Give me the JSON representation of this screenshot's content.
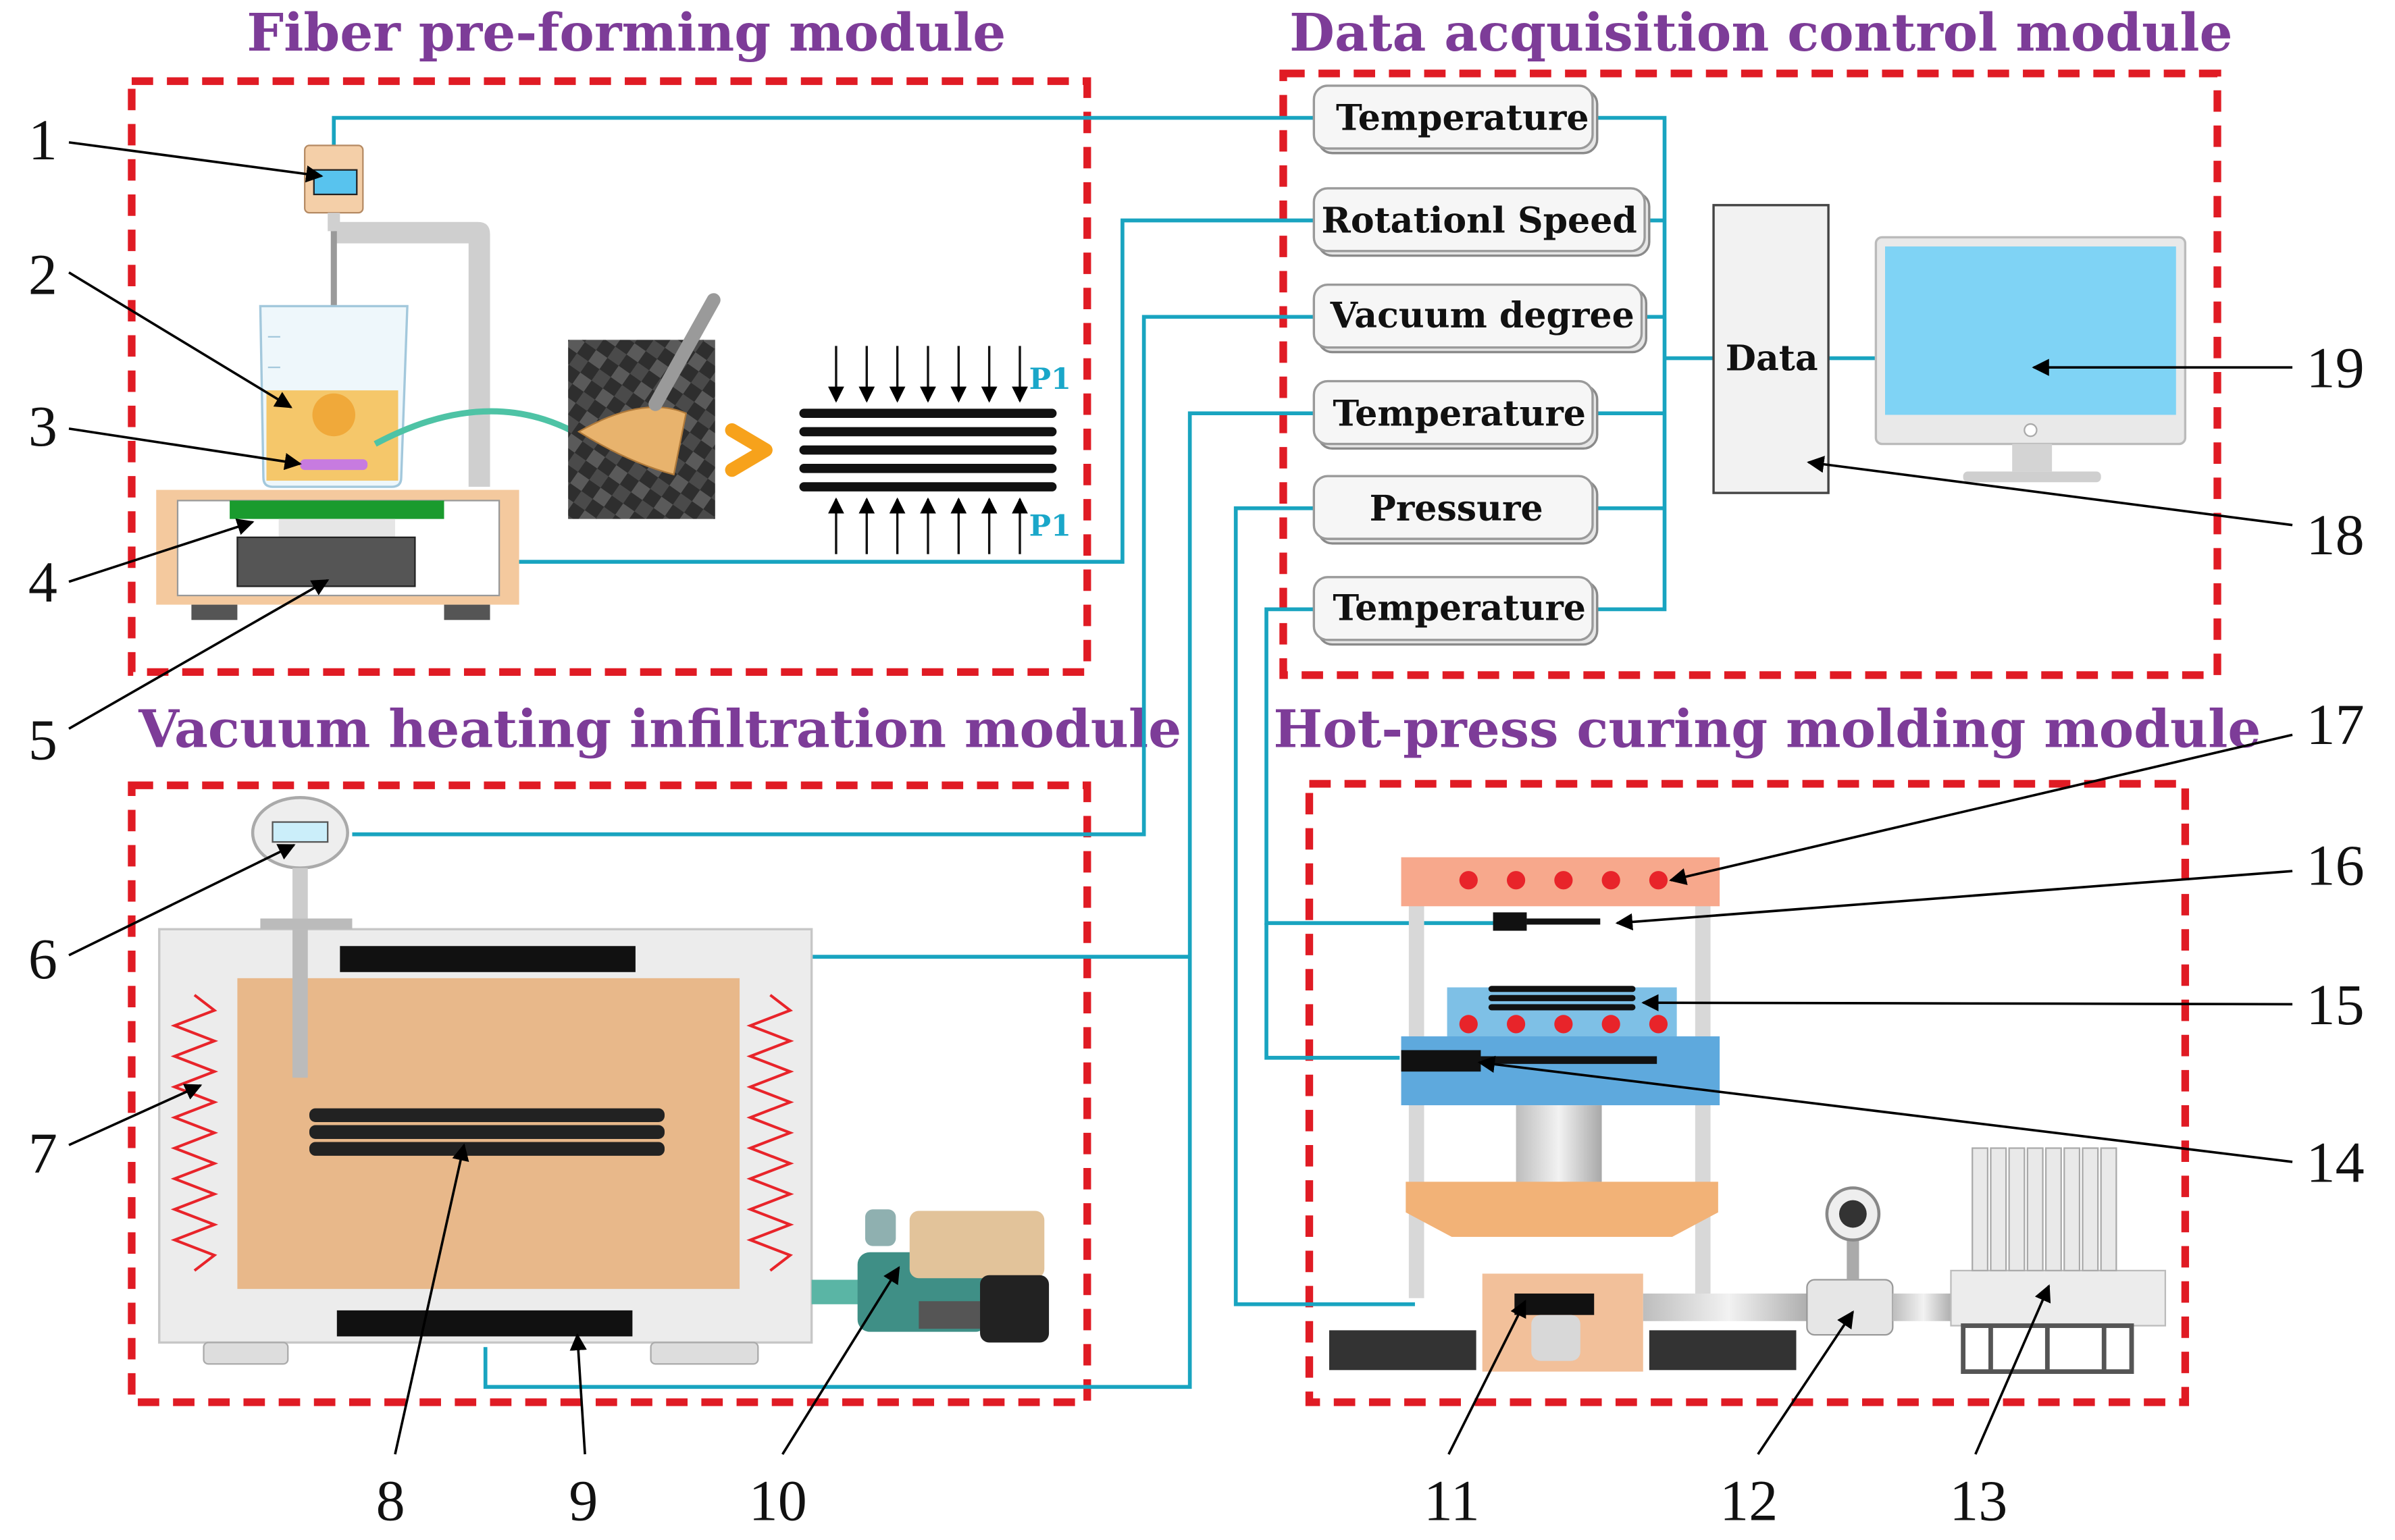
{
  "modules": {
    "fiber_preforming": "Fiber pre-forming module",
    "data_acquisition": "Data acquisition control module",
    "vacuum_heating": "Vacuum heating infiltration module",
    "hot_press": "Hot-press curing molding module"
  },
  "sensors": {
    "s1": "Temperature",
    "s2": "Rotationl Speed",
    "s3": "Vacuum degree",
    "s4": "Temperature",
    "s5": "Pressure",
    "s6": "Temperature"
  },
  "data_box": "Data",
  "pressure_label": "P1",
  "callouts": [
    "1",
    "2",
    "3",
    "4",
    "5",
    "6",
    "7",
    "8",
    "9",
    "10",
    "11",
    "12",
    "13",
    "14",
    "15",
    "16",
    "17",
    "18",
    "19"
  ],
  "colors": {
    "module_border": "#e01b24",
    "module_title": "#7d3c98",
    "signal_line": "#19a4c0",
    "chamber": "#e8b88a",
    "press_plate": "#5ea9dd",
    "heater_dot": "#e8242a",
    "monitor_screen": "#7fd3f5"
  }
}
